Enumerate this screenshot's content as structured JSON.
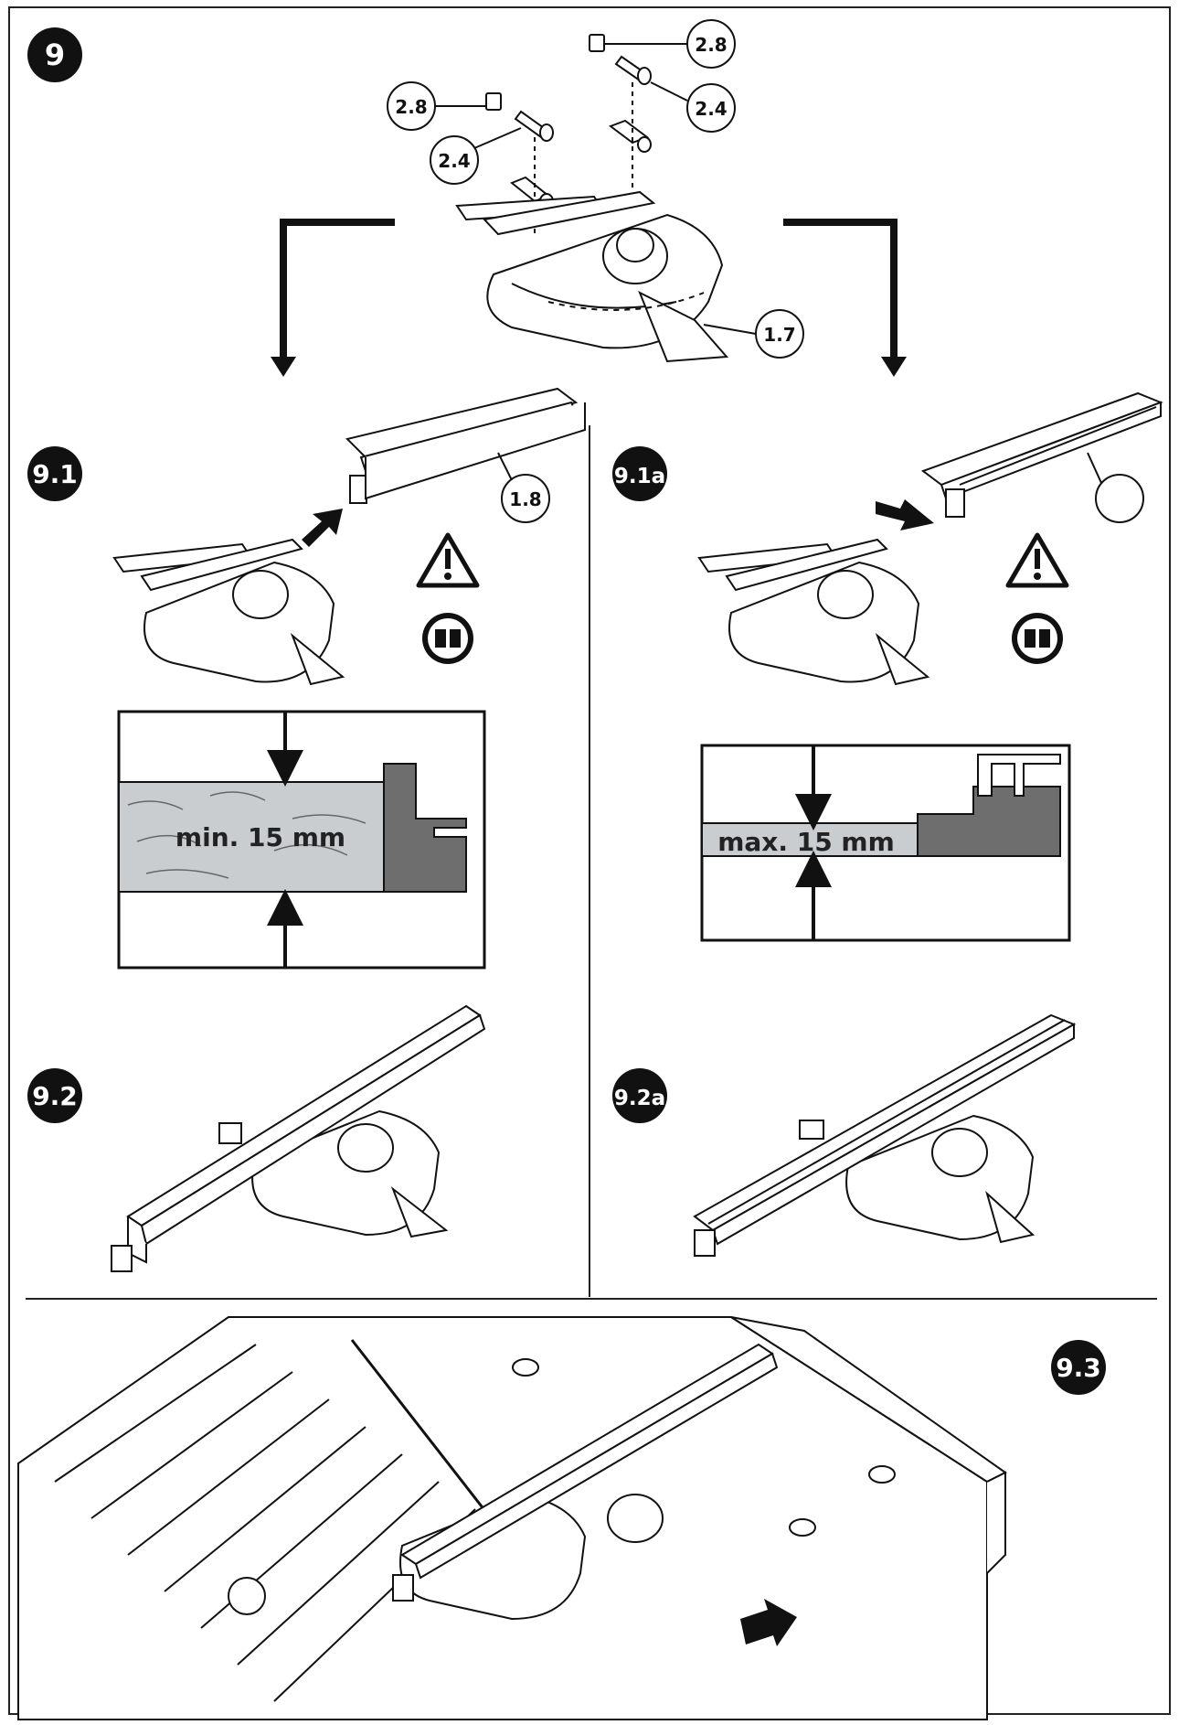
{
  "step": {
    "main": "9",
    "sub1": "9.1",
    "sub1a": "9.1a",
    "sub2": "9.2",
    "sub2a": "9.2a",
    "sub3": "9.3"
  },
  "callouts": {
    "nut_left": "2.8",
    "bolt_left": "2.4",
    "nut_right": "2.8",
    "bolt_right": "2.4",
    "miter_gauge": "1.7",
    "fence_9_1": "1.8"
  },
  "detail_9_1": {
    "text": "min. 15 mm"
  },
  "detail_9_1a": {
    "text": "max. 15 mm"
  },
  "icons": [
    "warning-triangle-icon",
    "manual-info-icon"
  ],
  "colors": {
    "ink": "#111111",
    "wood": "#c9cdd0",
    "profile": "#6e6e6e"
  }
}
